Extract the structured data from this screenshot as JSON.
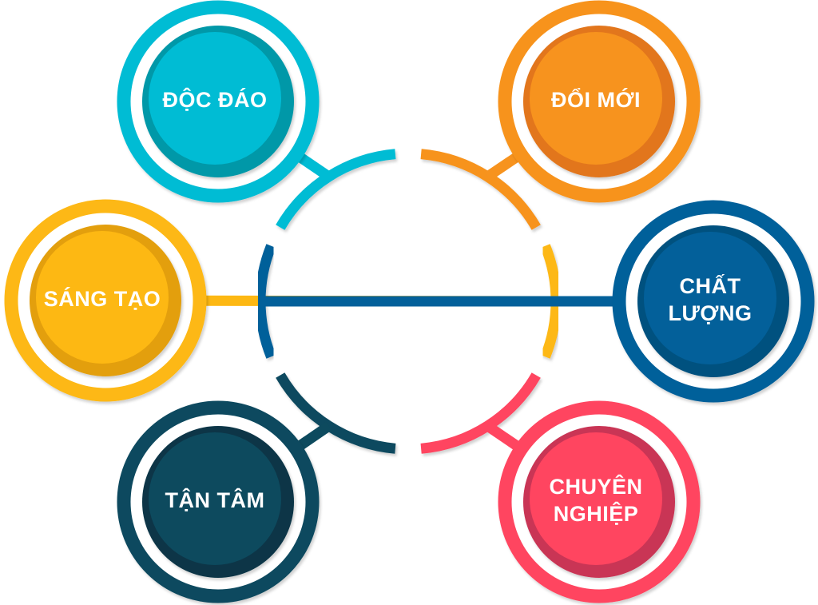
{
  "nodes": [
    {
      "id": "doc-dao",
      "label": "ĐỘC ĐÁO",
      "color": "#00BCD4",
      "dark": "#0098A8"
    },
    {
      "id": "doi-moi",
      "label": "ĐỔI MỚI",
      "color": "#F7931E",
      "dark": "#E2761E"
    },
    {
      "id": "sang-tao",
      "label": "SÁNG TẠO",
      "color": "#FDB813",
      "dark": "#E39F0B"
    },
    {
      "id": "chat-luong",
      "label": "CHẤT LƯỢNG",
      "color": "#03609A",
      "dark": "#02517F"
    },
    {
      "id": "tan-tam",
      "label": "TẬN TÂM",
      "color": "#0D4A5E",
      "dark": "#083646"
    },
    {
      "id": "chuyen-nghiep",
      "label": "CHUYÊN NGHIỆP",
      "color": "#FF4560",
      "dark": "#C93555"
    }
  ]
}
